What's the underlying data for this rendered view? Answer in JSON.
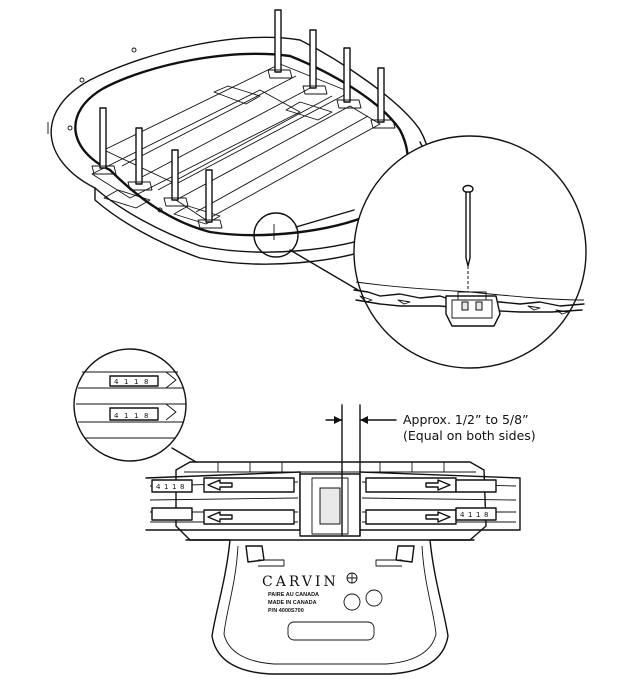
{
  "callout": {
    "line1": "Approx. 1/2” to 5/8”",
    "line2": "(Equal on both sides)"
  },
  "scale_marks": [
    "4",
    "1",
    "1",
    "8"
  ],
  "fitting_label": {
    "brand": "CARVIN",
    "line1": "PAIRE AU CANADA",
    "line2": "MADE IN CANADA",
    "line3": "P/N 4000S700"
  },
  "icons": [
    "nail-icon",
    "arrow-icon",
    "leaf-logo-icon"
  ]
}
